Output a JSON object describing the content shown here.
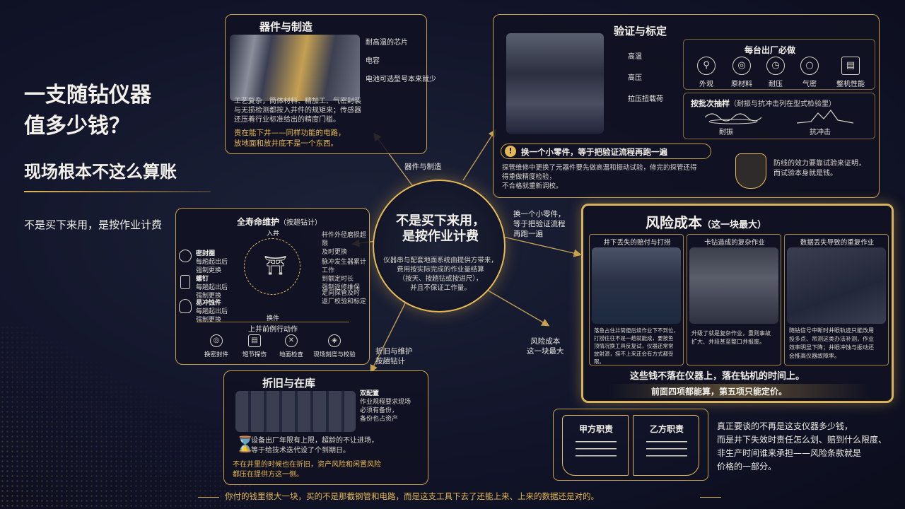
{
  "title": {
    "line1": "一支随钻仪器",
    "line2": "值多少钱？",
    "line3": "现场根本不这么算账",
    "subtitle": "不是买下来用，是按作业计费"
  },
  "center": {
    "line1": "不是买下来用，",
    "line2": "是按作业计费",
    "desc1": "仪器串与配套地面系统由提供方带来，",
    "desc2": "费用按实际完成的作业量结算",
    "desc3": "（按天、按趟钻或按进尺），",
    "desc4": "并且不保证工作量。"
  },
  "arrows": {
    "manufacture": "器件与制造",
    "verify1": "换一个小零件，",
    "verify2": "等于把验证流程",
    "verify3": "再跑一遍",
    "risk1": "风险成本",
    "risk2": "这一块最大",
    "depr1": "折旧与维护",
    "depr2": "按趟钻计"
  },
  "manufacture": {
    "title": "器件与制造",
    "tag1": "耐高温的芯片",
    "tag2": "电容",
    "tag3": "电池可选型号本来就少",
    "p1": "工艺复杂，筒体材料、精加工、气密封装",
    "p2": "与无损检测都按入井件的规矩来；传感器",
    "p3": "还压着行业标准给出的精度门槛。",
    "g1": "贵在能下井——同样功能的电路，",
    "g2": "放地面和放井底不是一个东西。"
  },
  "verify": {
    "title": "验证与标定",
    "tag1": "高温",
    "tag2": "高压",
    "tag3": "拉压扭载荷",
    "must_title": "每台出厂必做",
    "must": [
      "外观",
      "原材料",
      "耐压",
      "气密",
      "整机性能"
    ],
    "batch_title": "按批次抽样",
    "batch_note": "（耐振与抗冲击列在型式检验里）",
    "batch": [
      "耐振",
      "抗冲击"
    ],
    "warn": "换一个小零件，等于把验证流程再跑一遍",
    "p1": "探管维修中更换了元器件要先做高温和振动试验，修完的探管还得",
    "p2": "得重做精度检验，",
    "p3": "不合格就重新调校。",
    "shield1": "防线的效力要靠试验来证明，",
    "shield2": "而试验本身就是钱。"
  },
  "lifecycle": {
    "title": "全寿命维护",
    "title_note": "（按趟钻计）",
    "top": "入井",
    "bottom": "换件",
    "r1a": "杆件外径磨损超限",
    "r1b": "及时更换",
    "r2a": "脉冲发生器累计工作",
    "r2b": "到额定时长",
    "r2c": "强制返修维保",
    "r3a": "定向探管及时",
    "r3b": "返厂校验和标定",
    "l1": "密封圈",
    "l1a": "每趟起出后",
    "l1b": "强制更换",
    "l2": "螺钉",
    "l2a": "每趟起出后",
    "l2b": "强制更换",
    "l3": "易冲蚀件",
    "l3a": "每趟起出后",
    "l3b": "强制更换",
    "action": "上井前例行动作",
    "actions": [
      "换密封件",
      "短节探伤",
      "地面检查",
      "现场刻度与校验"
    ]
  },
  "risk": {
    "title": "风险成本",
    "title_note": "（这一块最大）",
    "panels": [
      {
        "head": "井下丢失的赔付与打捞",
        "t1": "落鱼占住井筒便后续作业下不到位，",
        "t2": "打捞往往不是一趟就能成，要按鱼",
        "t3": "顶情况换工具反复试，仪器还常常",
        "t4": "放射源，捞不上来还会有方式都受限。"
      },
      {
        "head": "卡钻造成的复杂作业",
        "t1": "升级了就是复杂作业，重则事故",
        "t2": "扩大、井段甚至整口井报废。"
      },
      {
        "head": "数据丢失导致的重复作业",
        "t1": "随钻信号中断时井眼轨迹只能改用",
        "t2": "投多点、吊测这类办法补测，作业",
        "t3": "效率明显下降；井眼冲蚀与振动还",
        "t4": "会推高仪器故障率。"
      }
    ],
    "b1": "这些钱不落在仪器上，落在钻机的时间上。",
    "b2": "前面四项都能算，第五项只能定价。"
  },
  "depreciation": {
    "title": "折旧与在库",
    "tag_title": "双配置",
    "tag1": "作业规程要求现场",
    "tag2": "必须有备份，",
    "tag3": "备份也占资产",
    "p1": "设备出厂年限有上限，超龄的不让进场，",
    "p2": "等于给技术迭代设了个到期日。",
    "g1": "不在井里的时候也在折旧，资产风险和闲置风险",
    "g2": "都压在提供方这一侧。"
  },
  "contract": {
    "left": "甲方职责",
    "right": "乙方职责",
    "p1": "真正要谈的不再是这支仪器多少钱，",
    "p2": "而是井下失效时责任怎么划、赔到什么限度、",
    "p3": "非生产时间谁来承担——风险条款就是",
    "p4": "价格的一部分。"
  },
  "footer": "你付的钱里很大一块，买的不是那截钢管和电路，而是这支工具下去了还能上来、上来的数据还是对的。"
}
